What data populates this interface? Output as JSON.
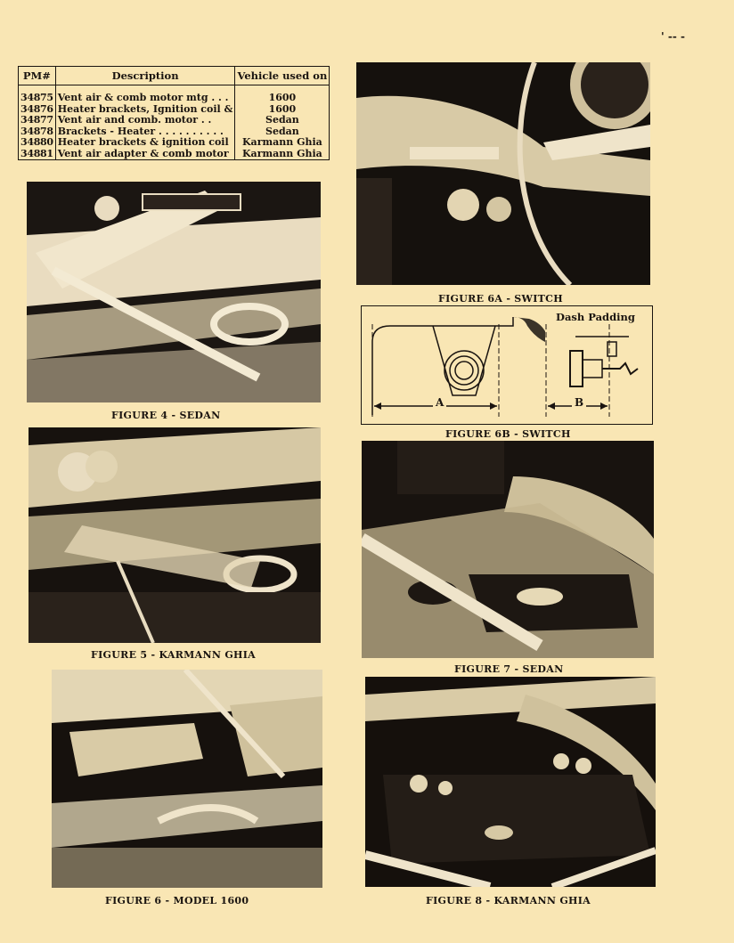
{
  "table": {
    "headers": [
      "PM#",
      "Description",
      "Vehicle used on"
    ],
    "rows": [
      {
        "pm": "34875",
        "description": "Vent air & comb motor mtg . . .",
        "vehicle": "1600"
      },
      {
        "pm": "34876",
        "description": "Heater brackets, Ignition coil &",
        "vehicle": "1600"
      },
      {
        "pm": "34877",
        "description": "Vent air and comb.  motor . .",
        "vehicle": "Sedan"
      },
      {
        "pm": "34878",
        "description": "Brackets - Heater . . . . . . . . . .",
        "vehicle": "Sedan"
      },
      {
        "pm": "34880",
        "description": "Heater brackets & ignition coil",
        "vehicle": "Karmann Ghia"
      },
      {
        "pm": "34881",
        "description": "Vent air adapter & comb motor",
        "vehicle": "Karmann Ghia"
      }
    ]
  },
  "figures": {
    "fig4": "FIGURE 4 - SEDAN",
    "fig5": "FIGURE 5 - KARMANN GHIA",
    "fig6": "FIGURE 6 - MODEL 1600",
    "fig6a": "FIGURE 6A - SWITCH",
    "fig6b": "FIGURE 6B - SWITCH",
    "fig7": "FIGURE 7 - SEDAN",
    "fig8": "FIGURE 8 - KARMANN GHIA"
  },
  "diagram": {
    "dash_padding": "Dash Padding",
    "dim_a": "A",
    "dim_b": "B"
  },
  "page_marks": {
    "corner": "' -- -"
  },
  "colors": {
    "paper": "#f9e6b4",
    "ink": "#1a1410"
  }
}
